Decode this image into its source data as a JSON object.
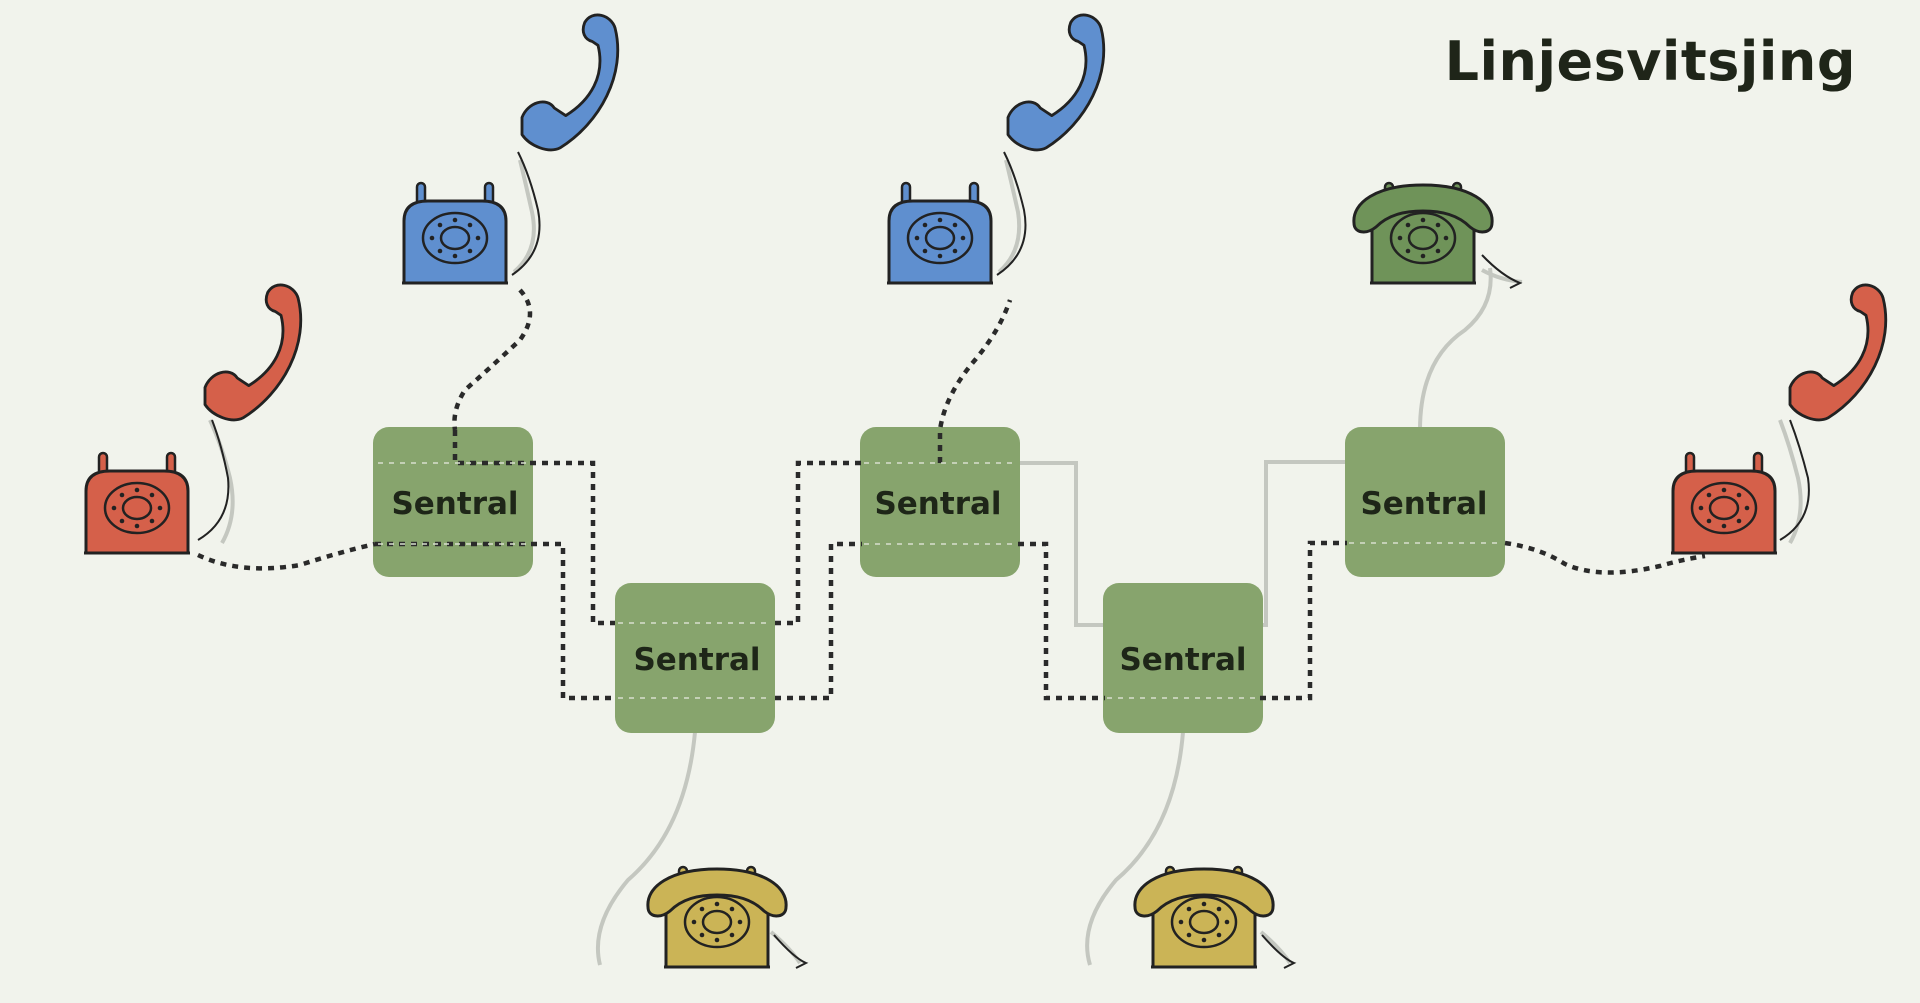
{
  "title": "Linjesvitsjing",
  "switches": [
    {
      "id": "s1",
      "label": "Sentral"
    },
    {
      "id": "s2",
      "label": "Sentral"
    },
    {
      "id": "s3",
      "label": "Sentral"
    },
    {
      "id": "s4",
      "label": "Sentral"
    },
    {
      "id": "s5",
      "label": "Sentral"
    }
  ],
  "phones": [
    {
      "id": "red-left",
      "color": "red",
      "state": "off-hook"
    },
    {
      "id": "blue-left",
      "color": "blue",
      "state": "off-hook"
    },
    {
      "id": "blue-mid",
      "color": "blue",
      "state": "off-hook"
    },
    {
      "id": "green-right",
      "color": "green",
      "state": "on-hook"
    },
    {
      "id": "red-right",
      "color": "red",
      "state": "off-hook"
    },
    {
      "id": "yellow-left",
      "color": "yellow",
      "state": "on-hook"
    },
    {
      "id": "yellow-right",
      "color": "yellow",
      "state": "on-hook"
    }
  ],
  "colors": {
    "background": "#f1f3ec",
    "switch_fill": "#87a46d",
    "red": "#d5604a",
    "blue": "#5f8fcf",
    "green": "#6f9359",
    "yellow": "#cbb456",
    "active_line": "#222222",
    "idle_line": "#c4c7c0"
  }
}
